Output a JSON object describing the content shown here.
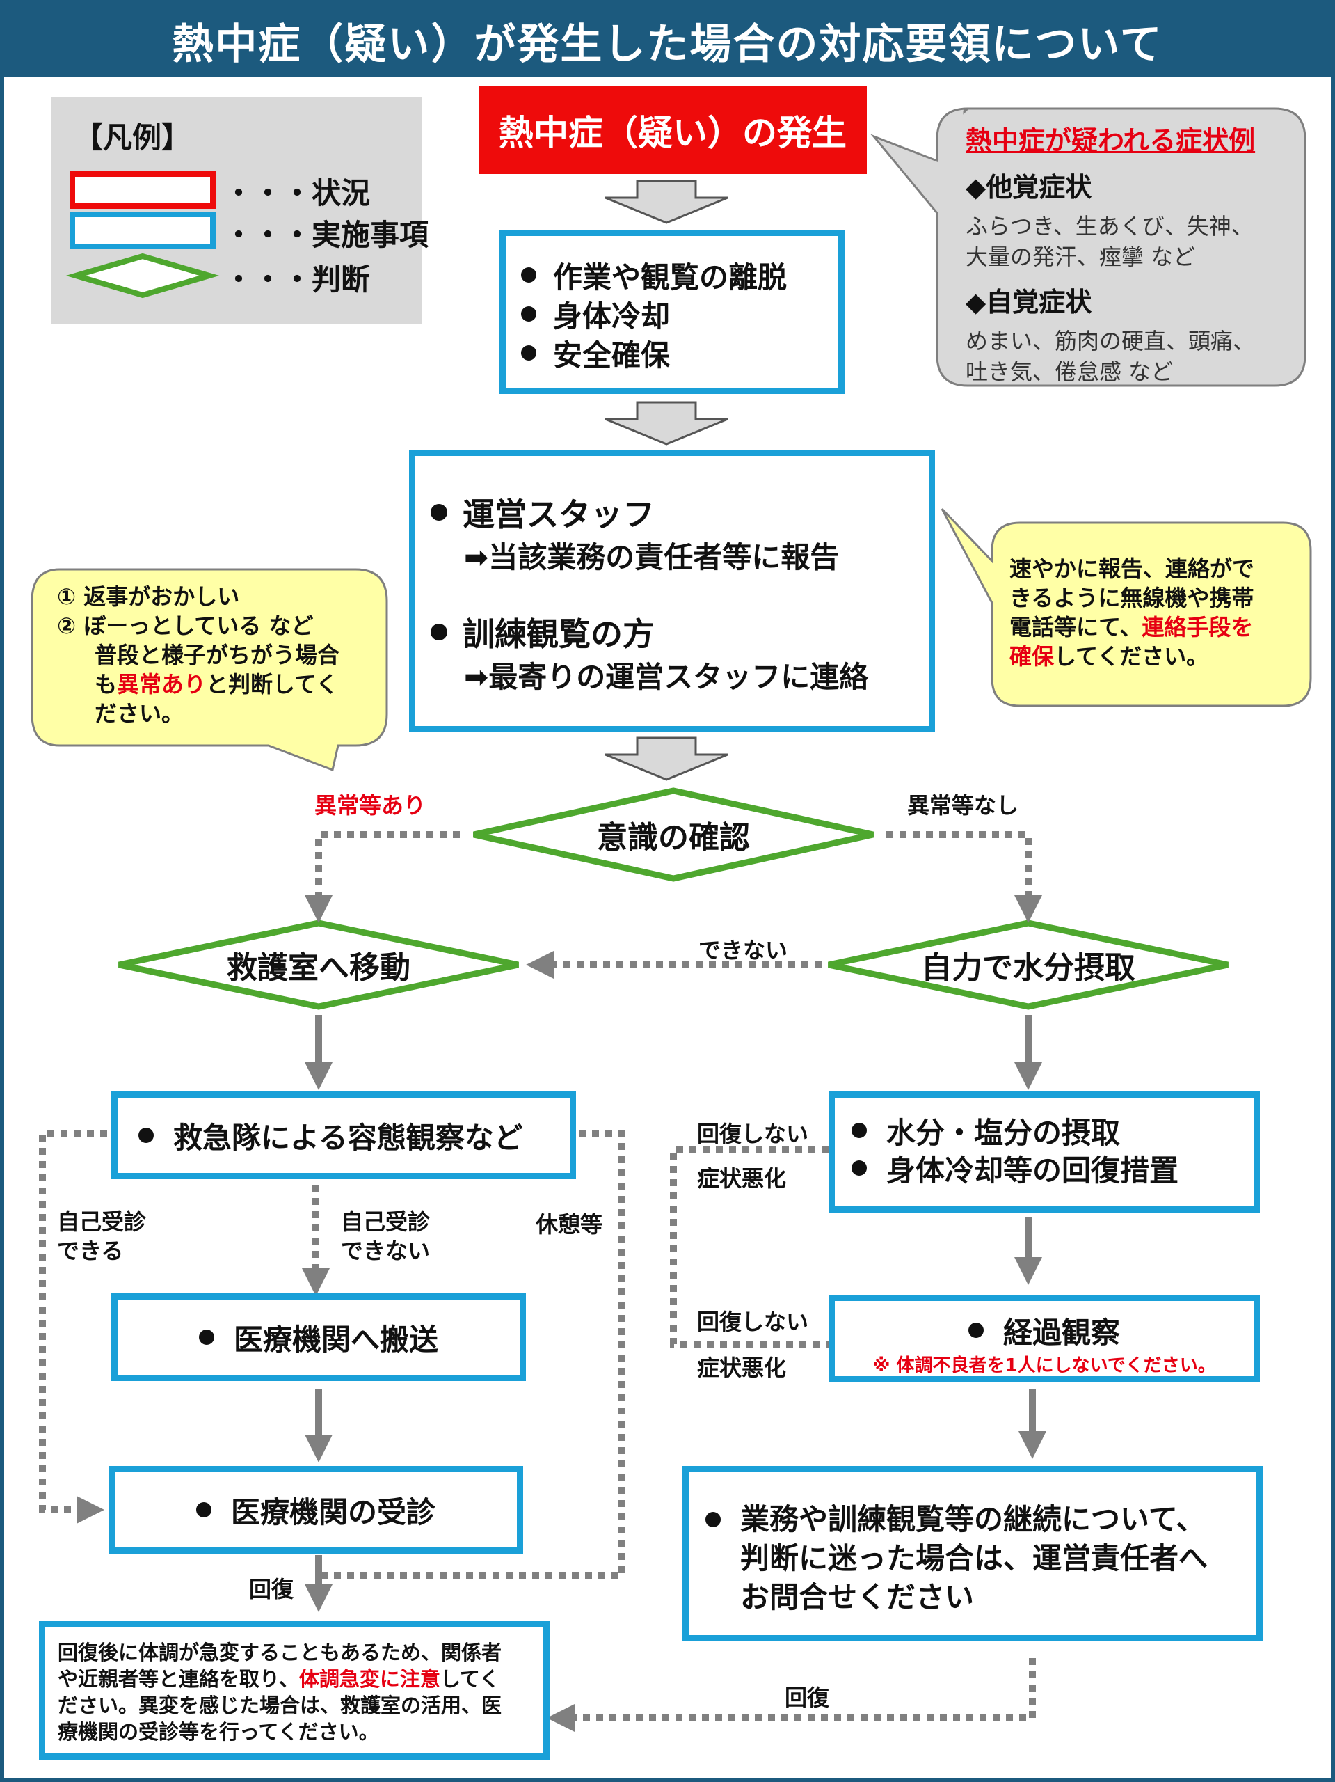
{
  "title": "熱中症（疑い）が発生した場合の対応要領について",
  "legend": {
    "heading": "【凡例】",
    "items": [
      {
        "label": "・・・状況",
        "color": "#ee0b0b"
      },
      {
        "label": "・・・実施事項",
        "color": "#1aa0d8"
      },
      {
        "label": "・・・判断",
        "color": "#4ea72e"
      }
    ]
  },
  "occurrence": "熱中症（疑い）の発生",
  "symptoms": {
    "heading": "熱中症が疑われる症状例",
    "objective_heading": "◆他覚症状",
    "objective_lines": [
      "ふらつき、生あくび、失神、",
      "大量の発汗、痙攣  など"
    ],
    "subjective_heading": "◆自覚症状",
    "subjective_lines": [
      "めまい、筋肉の硬直、頭痛、",
      "吐き気、倦怠感  など"
    ]
  },
  "first_actions": [
    "作業や観覧の離脱",
    "身体冷却",
    "安全確保"
  ],
  "report": {
    "staff_title": "運営スタッフ",
    "staff_action": "➡当該業務の責任者等に報告",
    "visitor_title": "訓練観覧の方",
    "visitor_action": "➡最寄りの運営スタッフに連絡"
  },
  "note_left": {
    "line1": "①  返事がおかしい",
    "line2": "②  ぼーっとしている  など",
    "line3": "普段と様子がちがう場合",
    "line4_pre": "も",
    "line4_red": "異常あり",
    "line4_post": "と判断してく",
    "line5": "ださい。"
  },
  "note_right": {
    "line1": "速やかに報告、連絡がで",
    "line2": "きるように無線機や携帯",
    "line3_pre": "電話等にて、",
    "line3_red": "連絡手段を",
    "line4_red": "確保",
    "line4_post": "してください。"
  },
  "decisions": {
    "consciousness": "意識の確認",
    "move_aid": "救護室へ移動",
    "self_hydrate": "自力で水分摂取"
  },
  "labels": {
    "abnormal": "異常等あり",
    "normal": "異常等なし",
    "cannot": "できない",
    "self_visit_can_1": "自己受診",
    "self_visit_can_2": "できる",
    "self_visit_cannot_1": "自己受診",
    "self_visit_cannot_2": "できない",
    "rest": "休憩等",
    "not_recovered_1": "回復しない",
    "worsened_1": "症状悪化",
    "not_recovered_2": "回復しない",
    "worsened_2": "症状悪化",
    "recovery_left": "回復",
    "recovery_right": "回復"
  },
  "ambulance_obs": "救急隊による容態観察など",
  "transport": "医療機関へ搬送",
  "hospital_visit": "医療機関の受診",
  "hydration_actions": [
    "水分・塩分の摂取",
    "身体冷却等の回復措置"
  ],
  "observation": "経過観察",
  "observation_note": "※ 体調不良者を1人にしないでください。",
  "continue_msg": {
    "line1": "業務や訓練観覧等の継続について、",
    "line2": "判断に迷った場合は、運営責任者へ",
    "line3": "お問合せください"
  },
  "final_note": {
    "line1": "回復後に体調が急変することもあるため、関係者",
    "line2_pre": "や近親者等と連絡を取り、",
    "line2_red": "体調急変に注意",
    "line2_post": "してく",
    "line3": "ださい。異変を感じた場合は、救護室の活用、医",
    "line4": "療機関の受診等を行ってください。"
  },
  "colors": {
    "title_bg": "#1c5a7e",
    "red_box": "#ee0b0b",
    "blue_border": "#1aa0d8",
    "green_diamond": "#4ea72e",
    "gray_callout": "#d9d9d9",
    "yellow_callout": "#ffffa6",
    "arrow_gray": "#808080",
    "emphasis_red": "#e60012"
  }
}
